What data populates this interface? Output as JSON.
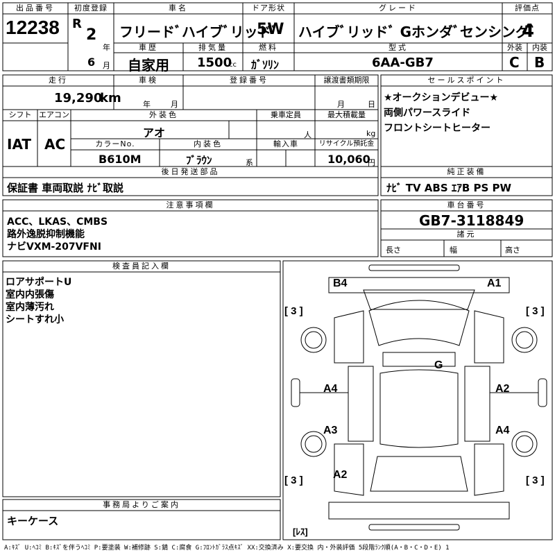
{
  "header": {
    "lot_label": "出品番号",
    "lot": "12238",
    "first_reg_label": "初度登録",
    "era": "R",
    "year": "2",
    "year_unit": "年",
    "month": "6",
    "month_unit": "月",
    "car_name_label": "車名",
    "car_name": "フリードﾞハイブﾞリッドﾞ",
    "door_label": "ドア形状",
    "door": "5W",
    "grade_label": "グレード",
    "grade": "ハイブﾞリッドﾞ Gホンダﾞセンシングﾞ",
    "score_label": "評価点",
    "score": "4",
    "history_label": "車歴",
    "history": "自家用",
    "displacement_label": "排気量",
    "displacement": "1500",
    "displacement_unit": "cc",
    "fuel_label": "燃料",
    "fuel": "ｶﾞｿﾘﾝ",
    "model_label": "型式",
    "model": "6AA-GB7",
    "ext_grade_label": "外装",
    "ext_grade": "C",
    "int_grade_label": "内装",
    "int_grade": "B"
  },
  "row2": {
    "mileage_label": "走行",
    "mileage": "19,290",
    "mileage_unit": "km",
    "inspection_label": "車検",
    "ins_year_unit": "年",
    "ins_month_unit": "月",
    "plate_label": "登録番号",
    "transfer_label": "譲渡書類期限",
    "transfer_month": "月",
    "transfer_day": "日",
    "shift_label": "シフト",
    "shift": "IAT",
    "ac_label": "エアコン",
    "ac": "AC",
    "color_label": "外装色",
    "color": "アオ",
    "capacity_label": "乗車定員",
    "capacity_unit": "人",
    "load_label": "最大積載量",
    "load_unit": "kg",
    "colorno_label": "カラーNo.",
    "colorno": "B610M",
    "interior_label": "内装色",
    "interior": "ﾌﾞﾗｳﾝ",
    "interior_unit": "系",
    "import_label": "輸入車",
    "recycle_label": "リサイクル預託金",
    "recycle": "10,060",
    "recycle_unit": "円",
    "later_label": "後日発送部品",
    "later": "保証書 車両取説 ﾅﾋﾞ取説"
  },
  "sales": {
    "label": "セールスポイント",
    "points": [
      "★オークションデビュー★",
      "両側パワースライド",
      "フロントシートヒーター"
    ],
    "equip_label": "純正装備",
    "equip": "ﾅﾋﾞ TV ABS ｴｱB PS PW"
  },
  "notes": {
    "label": "注意事項欄",
    "lines": [
      "ACC、LKAS、CMBS",
      "路外逸脱抑制機能",
      "ナビVXM-207VFNI"
    ],
    "chassis_label": "車台番号",
    "chassis": "GB7-3118849",
    "dims_label": "諸元",
    "length": "長さ",
    "width": "幅",
    "height": "高さ"
  },
  "inspector": {
    "label": "検査員記入欄",
    "lines": [
      "ロアサポートU",
      "室内内張傷",
      "室内薄汚れ",
      "シートすれ小"
    ]
  },
  "office": {
    "label": "事務局よりご案内",
    "text": "キーケース"
  },
  "damage": {
    "b4": "B4",
    "a1": "A1",
    "g": "G",
    "a4l": "A4",
    "a2r": "A2",
    "a3": "A3",
    "a4r": "A4",
    "a2b": "A2",
    "tire_fl": "[ 3 ]",
    "tire_fr": "[ 3 ]",
    "tire_rl": "[ 3 ]",
    "tire_rr": "[ 3 ]",
    "spare": "[ﾚｽ]"
  },
  "legend": "A:ｷｽﾞ U:ﾍｺﾐ B:ｷｽﾞを伴うﾍｺﾐ P:要塗装 W:補修跡 S:錆 C:腐食 G:ﾌﾛﾝﾄｶﾞﾗｽ点ｷｽﾞ XX:交換済み X:要交換 内・外装評価 5段階ﾗﾝｸ順(A・B・C・D・E) 1"
}
